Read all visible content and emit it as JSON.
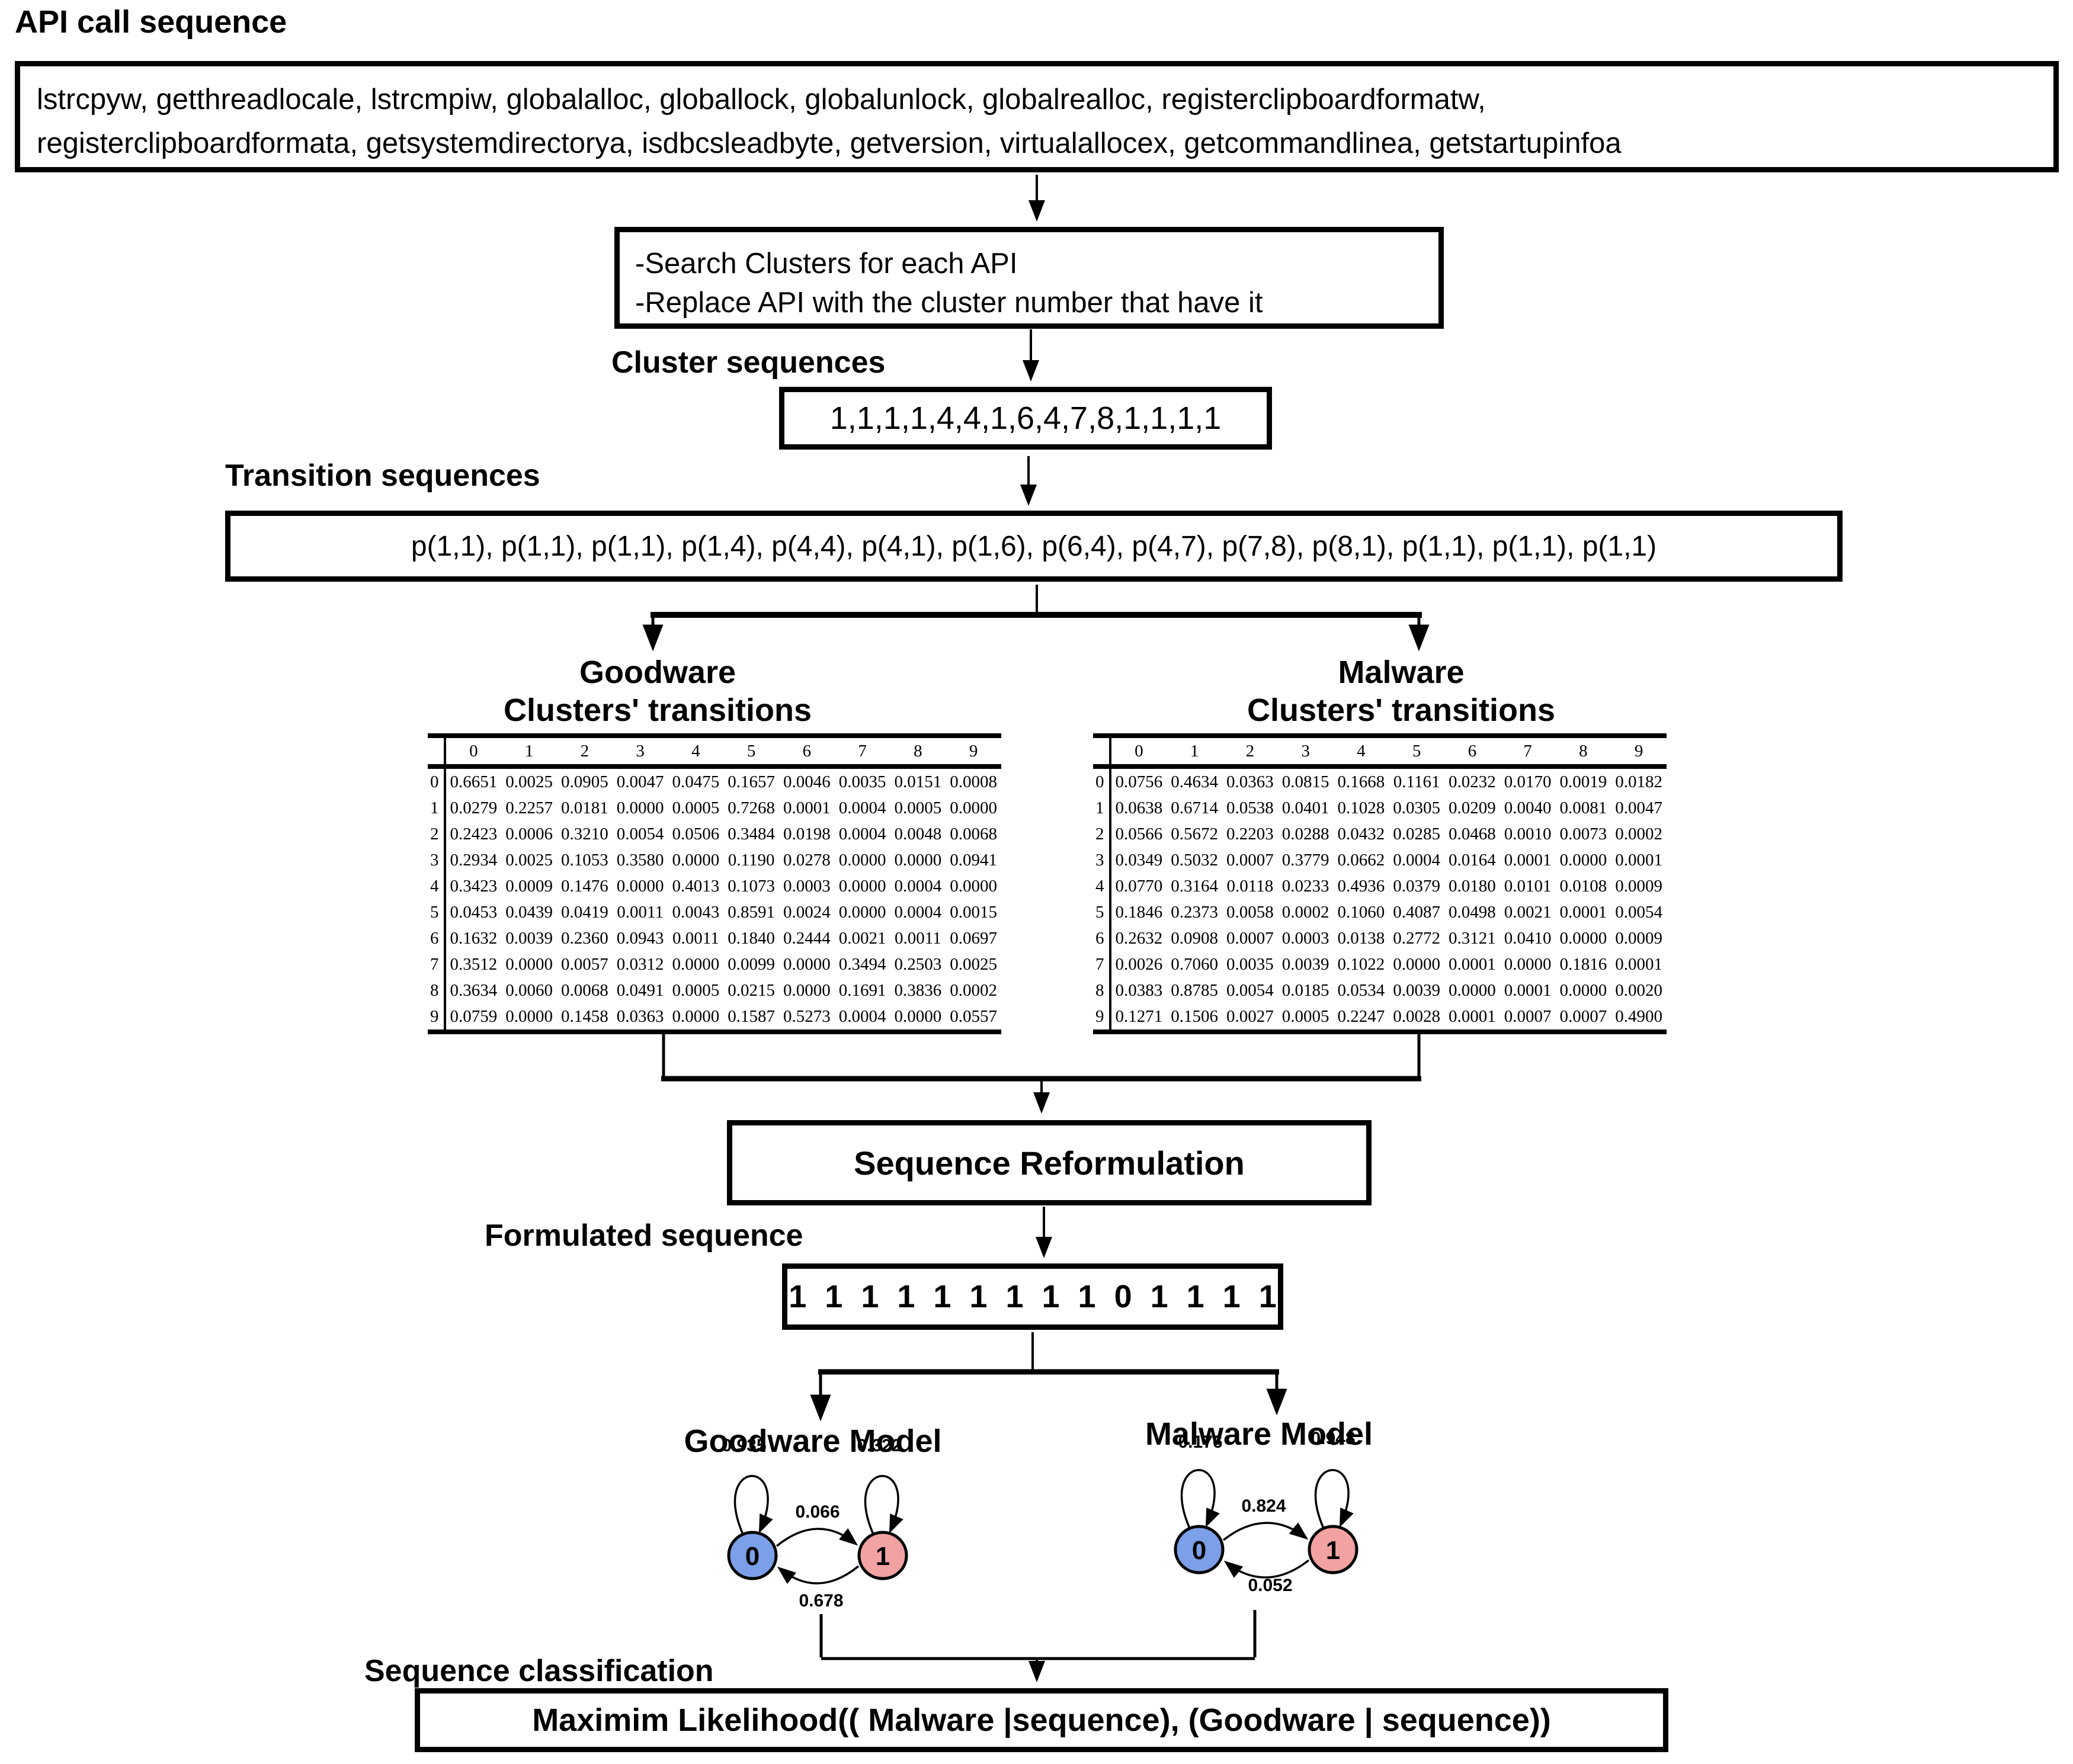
{
  "page_title": "API call sequence",
  "api_box": {
    "line1": "lstrcpyw, getthreadlocale, lstrcmpiw, globalalloc, globallock, globalunlock, globalrealloc, registerclipboardformatw,",
    "line2": "registerclipboardformata, getsystemdirectorya, isdbcsleadbyte, getversion, virtualallocex, getcommandlinea, getstartupinfoa"
  },
  "cluster_step_box": {
    "line1": "-Search Clusters for each API",
    "line2": "-Replace API with the cluster number that have it"
  },
  "cluster_sequences": {
    "label": "Cluster sequences",
    "value": "1,1,1,1,4,4,1,6,4,7,8,1,1,1,1"
  },
  "transition_sequences": {
    "label": "Transition sequences",
    "value": "p(1,1), p(1,1), p(1,1), p(1,4), p(4,4), p(4,1), p(1,6), p(6,4), p(4,7), p(7,8), p(8,1), p(1,1), p(1,1), p(1,1)"
  },
  "goodware_table": {
    "title_line1": "Goodware",
    "title_line2": "Clusters' transitions",
    "columns": [
      "0",
      "1",
      "2",
      "3",
      "4",
      "5",
      "6",
      "7",
      "8",
      "9"
    ],
    "rows": [
      {
        "label": "0",
        "values": [
          "0.6651",
          "0.0025",
          "0.0905",
          "0.0047",
          "0.0475",
          "0.1657",
          "0.0046",
          "0.0035",
          "0.0151",
          "0.0008"
        ]
      },
      {
        "label": "1",
        "values": [
          "0.0279",
          "0.2257",
          "0.0181",
          "0.0000",
          "0.0005",
          "0.7268",
          "0.0001",
          "0.0004",
          "0.0005",
          "0.0000"
        ]
      },
      {
        "label": "2",
        "values": [
          "0.2423",
          "0.0006",
          "0.3210",
          "0.0054",
          "0.0506",
          "0.3484",
          "0.0198",
          "0.0004",
          "0.0048",
          "0.0068"
        ]
      },
      {
        "label": "3",
        "values": [
          "0.2934",
          "0.0025",
          "0.1053",
          "0.3580",
          "0.0000",
          "0.1190",
          "0.0278",
          "0.0000",
          "0.0000",
          "0.0941"
        ]
      },
      {
        "label": "4",
        "values": [
          "0.3423",
          "0.0009",
          "0.1476",
          "0.0000",
          "0.4013",
          "0.1073",
          "0.0003",
          "0.0000",
          "0.0004",
          "0.0000"
        ]
      },
      {
        "label": "5",
        "values": [
          "0.0453",
          "0.0439",
          "0.0419",
          "0.0011",
          "0.0043",
          "0.8591",
          "0.0024",
          "0.0000",
          "0.0004",
          "0.0015"
        ]
      },
      {
        "label": "6",
        "values": [
          "0.1632",
          "0.0039",
          "0.2360",
          "0.0943",
          "0.0011",
          "0.1840",
          "0.2444",
          "0.0021",
          "0.0011",
          "0.0697"
        ]
      },
      {
        "label": "7",
        "values": [
          "0.3512",
          "0.0000",
          "0.0057",
          "0.0312",
          "0.0000",
          "0.0099",
          "0.0000",
          "0.3494",
          "0.2503",
          "0.0025"
        ]
      },
      {
        "label": "8",
        "values": [
          "0.3634",
          "0.0060",
          "0.0068",
          "0.0491",
          "0.0005",
          "0.0215",
          "0.0000",
          "0.1691",
          "0.3836",
          "0.0002"
        ]
      },
      {
        "label": "9",
        "values": [
          "0.0759",
          "0.0000",
          "0.1458",
          "0.0363",
          "0.0000",
          "0.1587",
          "0.5273",
          "0.0004",
          "0.0000",
          "0.0557"
        ]
      }
    ]
  },
  "malware_table": {
    "title_line1": "Malware",
    "title_line2": "Clusters' transitions",
    "columns": [
      "0",
      "1",
      "2",
      "3",
      "4",
      "5",
      "6",
      "7",
      "8",
      "9"
    ],
    "rows": [
      {
        "label": "0",
        "values": [
          "0.0756",
          "0.4634",
          "0.0363",
          "0.0815",
          "0.1668",
          "0.1161",
          "0.0232",
          "0.0170",
          "0.0019",
          "0.0182"
        ]
      },
      {
        "label": "1",
        "values": [
          "0.0638",
          "0.6714",
          "0.0538",
          "0.0401",
          "0.1028",
          "0.0305",
          "0.0209",
          "0.0040",
          "0.0081",
          "0.0047"
        ]
      },
      {
        "label": "2",
        "values": [
          "0.0566",
          "0.5672",
          "0.2203",
          "0.0288",
          "0.0432",
          "0.0285",
          "0.0468",
          "0.0010",
          "0.0073",
          "0.0002"
        ]
      },
      {
        "label": "3",
        "values": [
          "0.0349",
          "0.5032",
          "0.0007",
          "0.3779",
          "0.0662",
          "0.0004",
          "0.0164",
          "0.0001",
          "0.0000",
          "0.0001"
        ]
      },
      {
        "label": "4",
        "values": [
          "0.0770",
          "0.3164",
          "0.0118",
          "0.0233",
          "0.4936",
          "0.0379",
          "0.0180",
          "0.0101",
          "0.0108",
          "0.0009"
        ]
      },
      {
        "label": "5",
        "values": [
          "0.1846",
          "0.2373",
          "0.0058",
          "0.0002",
          "0.1060",
          "0.4087",
          "0.0498",
          "0.0021",
          "0.0001",
          "0.0054"
        ]
      },
      {
        "label": "6",
        "values": [
          "0.2632",
          "0.0908",
          "0.0007",
          "0.0003",
          "0.0138",
          "0.2772",
          "0.3121",
          "0.0410",
          "0.0000",
          "0.0009"
        ]
      },
      {
        "label": "7",
        "values": [
          "0.0026",
          "0.7060",
          "0.0035",
          "0.0039",
          "0.1022",
          "0.0000",
          "0.0001",
          "0.0000",
          "0.1816",
          "0.0001"
        ]
      },
      {
        "label": "8",
        "values": [
          "0.0383",
          "0.8785",
          "0.0054",
          "0.0185",
          "0.0534",
          "0.0039",
          "0.0000",
          "0.0001",
          "0.0000",
          "0.0020"
        ]
      },
      {
        "label": "9",
        "values": [
          "0.1271",
          "0.1506",
          "0.0027",
          "0.0005",
          "0.2247",
          "0.0028",
          "0.0001",
          "0.0007",
          "0.0007",
          "0.4900"
        ]
      }
    ]
  },
  "sequence_reformulation": {
    "label": "Sequence Reformulation"
  },
  "formulated_sequence": {
    "label": "Formulated sequence",
    "value": "1 1 1 1 1 1 1 1 1 0 1 1 1 1"
  },
  "models": {
    "goodware": {
      "title": "Goodware Model",
      "state0": "0",
      "state1": "1",
      "self_loop_0": "0.935",
      "self_loop_1": "0.322",
      "transition_0_to_1": "0.066",
      "transition_1_to_0": "0.678"
    },
    "malware": {
      "title": "Malware Model",
      "state0": "0",
      "state1": "1",
      "self_loop_0": "0.176",
      "self_loop_1": "0.948",
      "transition_0_to_1": "0.824",
      "transition_1_to_0": "0.052"
    }
  },
  "classification": {
    "label": "Sequence classification",
    "value": "Maximim Likelihood(( Malware |sequence), (Goodware | sequence))"
  },
  "colors": {
    "state0_fill": "#7b9fe8",
    "state1_fill": "#f2a2a2",
    "line": "#000000"
  }
}
